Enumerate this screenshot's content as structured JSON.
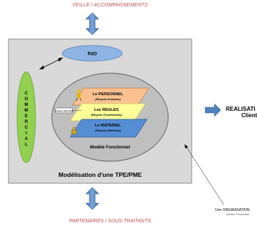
{
  "top_label": "VEILLE / ACCOMPAGNEMENTS",
  "bottom_label": "PARTENAIRES / SOUS-TRAITANTS",
  "rd_label": "R&D",
  "commercial_letters": [
    "C",
    "O",
    "M",
    "M",
    "E",
    "R",
    "C",
    "I",
    "A",
    "L"
  ],
  "layers": {
    "personnel": {
      "title": "Le PERSONNEL",
      "subtitle": "(Moyens Humains)"
    },
    "regles": {
      "title": "Les REGLES",
      "subtitle": "(Moyens Fonctionnels)"
    },
    "materiel": {
      "title": "Le MATERIEL",
      "subtitle": "(Moyens Matériels)"
    }
  },
  "chaine_metier": "Chaîne METIER",
  "modele_label": "Modèle Fonctionnel",
  "frame_title": "Modélisation d'une TPE/PME",
  "realisation_line1": "REALISATI",
  "realisation_line2": "Client",
  "org_line1": "Une ORGANISATION",
  "org_line2": "Juridico   Financière",
  "colors": {
    "frame": "#d9d9d9",
    "ellipse_blue": "#8eb4e3",
    "commercial_green": "#92d050",
    "personnel": "#fac090",
    "regles": "#ffff99",
    "materiel": "#558ed5",
    "arrow_blue": "#4f81bd",
    "label_red": "#c0504d"
  }
}
